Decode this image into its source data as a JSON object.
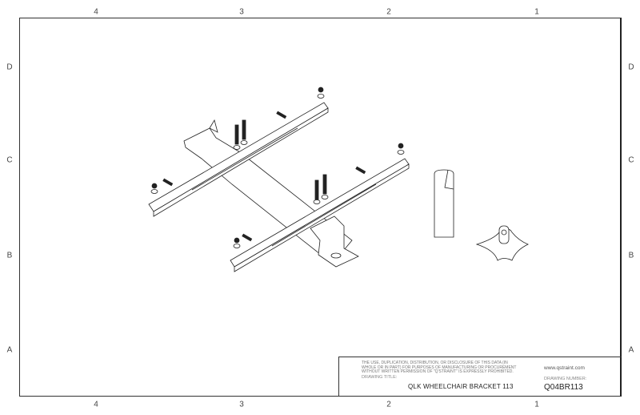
{
  "zones": {
    "columns": [
      "4",
      "3",
      "2",
      "1"
    ],
    "rows": [
      "D",
      "C",
      "B",
      "A"
    ]
  },
  "title_block": {
    "notice": "THE USE, DUPLICATION, DISTRIBUTION, OR DISCLOSURE OF THIS DATA (IN WHOLE OR IN PART) FOR PURPOSES OF MANUFACTURING OR PROCUREMENT WITHOUT WRITTEN PERMISSION OF \"Q'STRAINT\" IS EXPRESSLY PROHIBITED.",
    "drawing_title_label": "DRAWING TITLE:",
    "drawing_title": "QLK WHEELCHAIR BRACKET 113",
    "website": "www.qstraint.com",
    "drawing_number_label": "DRAWING NUMBER:",
    "drawing_number": "Q04BR113"
  }
}
